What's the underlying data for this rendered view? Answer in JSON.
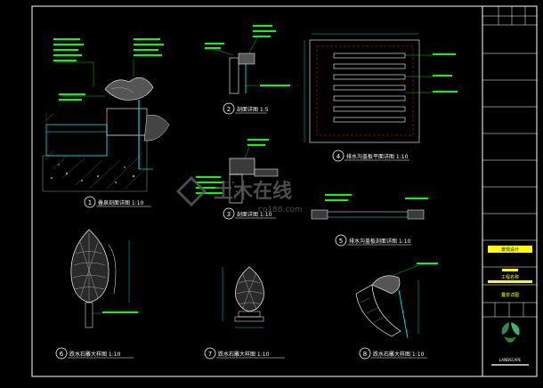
{
  "captions": {
    "d1": {
      "num": "1",
      "text": "叠泉剖面详图 1:10"
    },
    "d2": {
      "num": "2",
      "text": "剖面详图 1:5"
    },
    "d3": {
      "num": "3",
      "text": "剖面详图 1:10"
    },
    "d4": {
      "num": "4",
      "text": "排水沟盖板平面详图 1:10"
    },
    "d5": {
      "num": "5",
      "text": "排水沟盖板剖面详图 1:10"
    },
    "d6": {
      "num": "6",
      "text": "跌水石雕大样图 1:10"
    },
    "d7": {
      "num": "7",
      "text": "跌水石雕大样图 1:10"
    },
    "d8": {
      "num": "8",
      "text": "跌水石雕大样图 1:10"
    }
  },
  "watermark": {
    "main": "土木在线",
    "sub": "co188.com"
  },
  "title_block": {
    "company": "景观设计",
    "rows": [
      "工程名称",
      "叠泉详图"
    ],
    "footer": "LANDSCAPE"
  }
}
